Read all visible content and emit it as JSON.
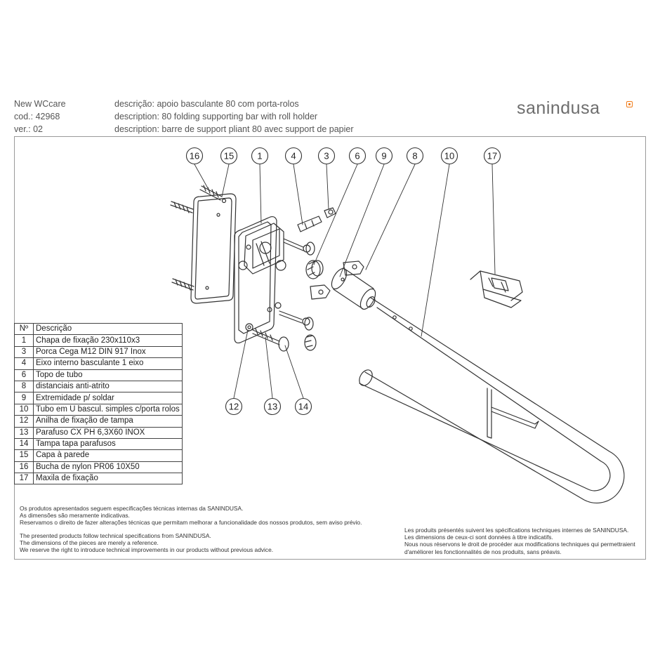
{
  "header": {
    "product": "New WCcare",
    "code": "cod.: 42968",
    "version": "ver.: 02",
    "desc_pt": "descrição: apoio basculante 80 com porta-rolos",
    "desc_en": "description: 80 folding supporting bar with roll holder",
    "desc_fr": "description: barre de support pliant 80 avec support de papier"
  },
  "logo": {
    "part1": "san",
    "part2": "indusa"
  },
  "colors": {
    "accent": "#f07c1a",
    "line": "#333333",
    "frame": "#9a9a9a"
  },
  "callouts": [
    "16",
    "15",
    "1",
    "4",
    "3",
    "6",
    "9",
    "8",
    "10",
    "17",
    "12",
    "13",
    "14"
  ],
  "parts_table": {
    "headers": [
      "Nº",
      "Descrição"
    ],
    "rows": [
      [
        "1",
        "Chapa de fixação 230x110x3"
      ],
      [
        "3",
        "Porca Cega M12 DIN 917 Inox"
      ],
      [
        "4",
        "Eixo interno basculante 1 eixo"
      ],
      [
        "6",
        "Topo de tubo"
      ],
      [
        "8",
        "distanciais anti-atrito"
      ],
      [
        "9",
        "Extremidade p/ soldar"
      ],
      [
        "10",
        "Tubo em U bascul. simples c/porta rolos"
      ],
      [
        "12",
        "Anilha de fixação de tampa"
      ],
      [
        "13",
        "Parafuso CX PH 6,3X60 INOX"
      ],
      [
        "14",
        "Tampa tapa parafusos"
      ],
      [
        "15",
        "Capa à parede"
      ],
      [
        "16",
        "Bucha de nylon PR06 10X50"
      ],
      [
        "17",
        "Maxila de fixação"
      ]
    ]
  },
  "notes": {
    "pt": [
      "Os produtos apresentados seguem especificações técnicas internas da SANINDUSA.",
      "As dimensões são meramente indicativas.",
      "Reservamos o direito de fazer alterações técnicas que permitam melhorar a funcionalidade dos nossos produtos, sem aviso prévio."
    ],
    "en": [
      "The presented products follow technical specifications from SANINDUSA.",
      "The dimensions of the pieces are merely a reference.",
      "We reserve the right to introduce technical improvements in our products without previous advice."
    ],
    "fr": [
      "Les produits présentés suivent les spécifications techniques internes de SANINDUSA.",
      "Les dimensions de ceux-ci sont données à titre indicatifs.",
      "Nous nous réservons le droit de procéder aux modifications techniques qui permettraient",
      "d'améliorer les fonctionnalités de nos produits, sans préavis."
    ]
  }
}
